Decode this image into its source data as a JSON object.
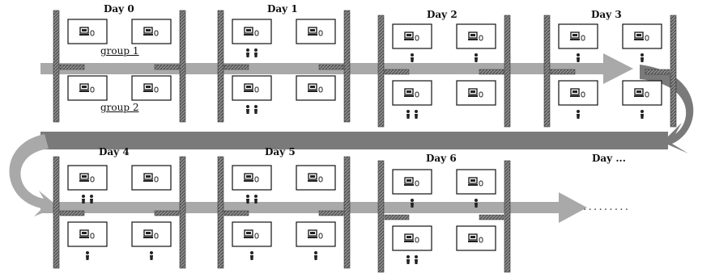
{
  "labels": {
    "day0": "Day 0",
    "day1": "Day 1",
    "day2": "Day 2",
    "day3": "Day 3",
    "day4": "Day 4",
    "day5": "Day 5",
    "day6": "Day 6",
    "day_more": "Day ...",
    "group1": "group 1",
    "group2": "group 2",
    "continuation": "........."
  },
  "days": [
    {
      "day": "Day 0",
      "group1_people": [
        0,
        0
      ],
      "group2_people": [
        0,
        0
      ]
    },
    {
      "day": "Day 1",
      "group1_people": [
        2,
        0
      ],
      "group2_people": [
        2,
        0
      ]
    },
    {
      "day": "Day 2",
      "group1_people": [
        1,
        1
      ],
      "group2_people": [
        2,
        0
      ]
    },
    {
      "day": "Day 3",
      "group1_people": [
        1,
        1
      ],
      "group2_people": [
        1,
        1
      ]
    },
    {
      "day": "Day 4",
      "group1_people": [
        2,
        0
      ],
      "group2_people": [
        1,
        1
      ]
    },
    {
      "day": "Day 5",
      "group1_people": [
        2,
        0
      ],
      "group2_people": [
        1,
        1
      ]
    },
    {
      "day": "Day 6",
      "group1_people": [
        1,
        1
      ],
      "group2_people": [
        2,
        0
      ]
    }
  ],
  "colors": {
    "arrow": "#a9a9a9",
    "arrow_dark": "#7a7a7a",
    "wall": "#6e6e6e",
    "door": "#8a8a8a",
    "line": "#111111",
    "screen": "#222222"
  },
  "icons": {
    "computer": "computer-icon",
    "mouse": "mouse-icon",
    "person": "person-icon",
    "wall": "wall",
    "door": "door"
  }
}
